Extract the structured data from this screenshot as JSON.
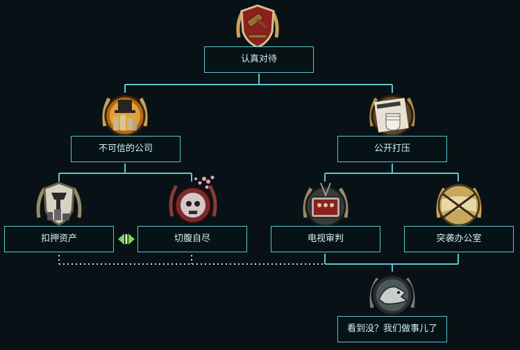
{
  "colors": {
    "background": "#081216",
    "connector": "#5fc6d3",
    "dotted_connector": "#cfe3e6",
    "box_border": "#5fc6d3",
    "text": "#d6f2f5",
    "mutex_icon": "#7fd65a"
  },
  "focuses": [
    {
      "id": "take_it_seriously",
      "label": "认真对待",
      "icon": "gavel-icon"
    },
    {
      "id": "untrustworthy_company",
      "label": "不可信的公司",
      "icon": "top-hat-money-icon"
    },
    {
      "id": "public_crackdown",
      "label": "公开打压",
      "icon": "newspaper-fist-icon"
    },
    {
      "id": "seize_assets",
      "label": "扣押资产",
      "icon": "seized-factory-icon"
    },
    {
      "id": "seppuku",
      "label": "切腹自尽",
      "icon": "skull-sakura-icon"
    },
    {
      "id": "tv_trial",
      "label": "电视审判",
      "icon": "tv-trial-icon"
    },
    {
      "id": "raid_office",
      "label": "突袭办公室",
      "icon": "chained-office-icon"
    },
    {
      "id": "see_we_did_it",
      "label": "看到没？我们做事儿了",
      "icon": "wolf-icon"
    }
  ],
  "mutually_exclusive_icon": "mutually-exclusive-icon"
}
